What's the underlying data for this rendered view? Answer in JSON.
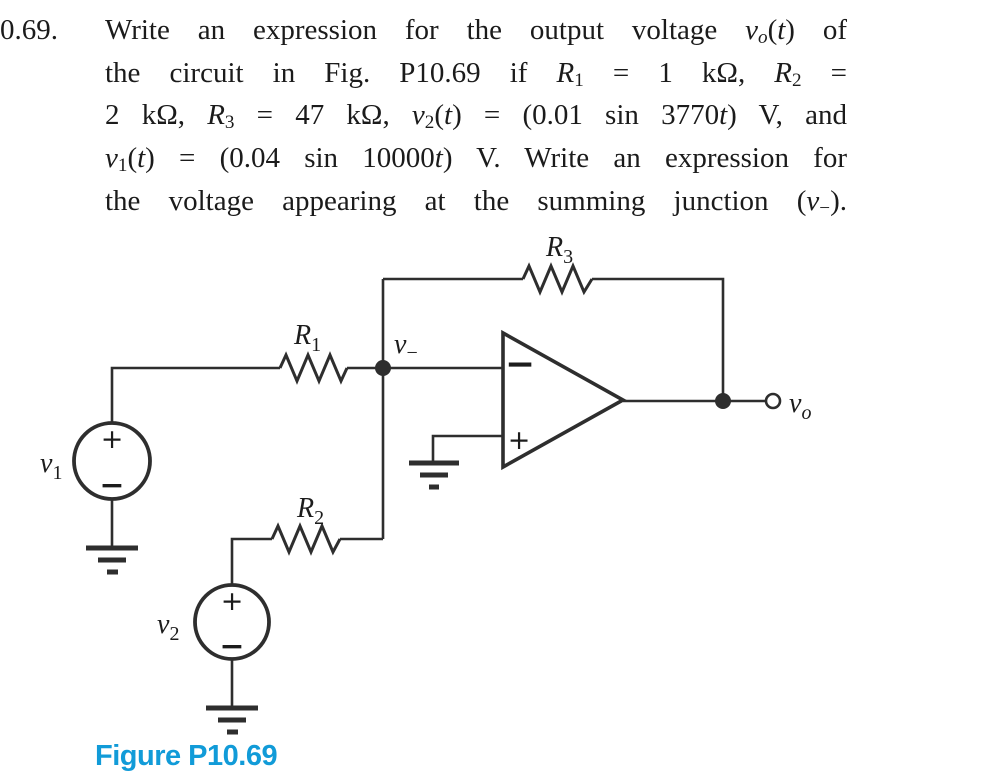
{
  "problem": {
    "number": "0.69.",
    "lines": [
      [
        {
          "t": "Write an expression for the output voltage ",
          "f": "n"
        },
        {
          "t": "v",
          "f": "i"
        },
        {
          "t": "o",
          "f": "si"
        },
        {
          "t": "(",
          "f": "n"
        },
        {
          "t": "t",
          "f": "i"
        },
        {
          "t": ") of",
          "f": "n"
        }
      ],
      [
        {
          "t": "the circuit in Fig. P10.69 if ",
          "f": "n"
        },
        {
          "t": "R",
          "f": "i"
        },
        {
          "t": "1",
          "f": "s"
        },
        {
          "t": " = 1 kΩ, ",
          "f": "n"
        },
        {
          "t": "R",
          "f": "i"
        },
        {
          "t": "2",
          "f": "s"
        },
        {
          "t": " =",
          "f": "n"
        }
      ],
      [
        {
          "t": "2 kΩ, ",
          "f": "n"
        },
        {
          "t": "R",
          "f": "i"
        },
        {
          "t": "3",
          "f": "s"
        },
        {
          "t": " = 47 kΩ, ",
          "f": "n"
        },
        {
          "t": "v",
          "f": "i"
        },
        {
          "t": "2",
          "f": "s"
        },
        {
          "t": "(",
          "f": "n"
        },
        {
          "t": "t",
          "f": "i"
        },
        {
          "t": ") = (0.01 sin 3770",
          "f": "n"
        },
        {
          "t": "t",
          "f": "i"
        },
        {
          "t": ") V, and",
          "f": "n"
        }
      ],
      [
        {
          "t": "v",
          "f": "i"
        },
        {
          "t": "1",
          "f": "s"
        },
        {
          "t": "(",
          "f": "n"
        },
        {
          "t": "t",
          "f": "i"
        },
        {
          "t": ") = (0.04 sin 10000",
          "f": "n"
        },
        {
          "t": "t",
          "f": "i"
        },
        {
          "t": ") V. Write an expression for",
          "f": "n"
        }
      ],
      [
        {
          "t": "the voltage appearing at the summing junction (",
          "f": "n"
        },
        {
          "t": "v",
          "f": "i"
        },
        {
          "t": "−",
          "f": "s"
        },
        {
          "t": ").",
          "f": "n"
        }
      ]
    ]
  },
  "figure": {
    "caption": "Figure P10.69",
    "caption_color": "#119bd8",
    "line_color": "#2e2e2e",
    "labels": {
      "r1": {
        "base": "R",
        "sub": "1"
      },
      "r2": {
        "base": "R",
        "sub": "2"
      },
      "r3": {
        "base": "R",
        "sub": "3"
      },
      "v1": {
        "base": "v",
        "sub": "1"
      },
      "v2": {
        "base": "v",
        "sub": "2"
      },
      "vminus": {
        "base": "v",
        "sub": "−"
      },
      "vout": {
        "base": "v",
        "sub": "o"
      }
    },
    "signs": {
      "plus": "+",
      "minus": "−"
    }
  }
}
